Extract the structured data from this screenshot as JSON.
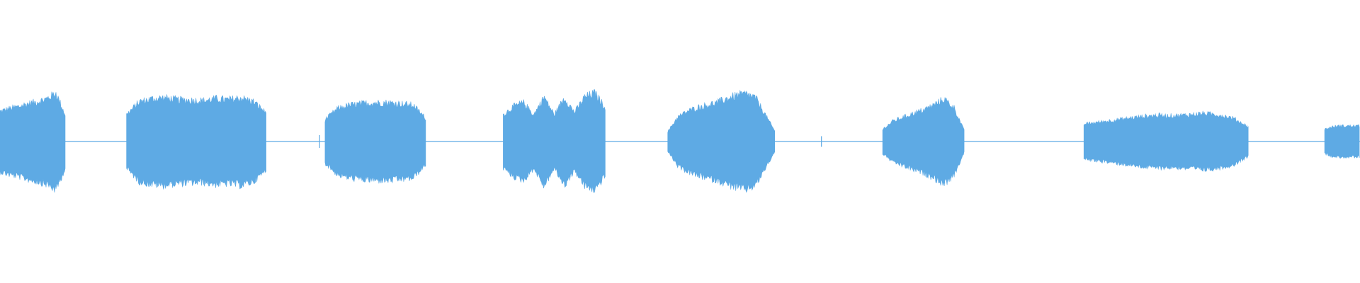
{
  "waveform": {
    "color": "#5eaae4",
    "background": "#ffffff",
    "segments": [
      {
        "start": 0.0,
        "end": 0.048,
        "envelope": [
          0.62,
          0.68,
          0.72,
          0.78,
          0.82,
          0.88,
          1.0,
          0.55
        ]
      },
      {
        "start": 0.093,
        "end": 0.196,
        "envelope": [
          0.55,
          0.82,
          0.88,
          0.9,
          0.86,
          0.85,
          0.84,
          0.88,
          0.86,
          0.9,
          0.82,
          0.58
        ]
      },
      {
        "start": 0.239,
        "end": 0.313,
        "envelope": [
          0.45,
          0.68,
          0.75,
          0.78,
          0.8,
          0.8,
          0.78,
          0.75,
          0.48
        ]
      },
      {
        "start": 0.37,
        "end": 0.445,
        "envelope": [
          0.55,
          0.72,
          0.8,
          0.55,
          0.92,
          0.55,
          0.9,
          0.6,
          0.92,
          1.0,
          0.7
        ]
      },
      {
        "start": 0.491,
        "end": 0.57,
        "envelope": [
          0.2,
          0.5,
          0.62,
          0.7,
          0.75,
          0.8,
          0.88,
          0.95,
          0.98,
          0.9,
          0.55,
          0.2
        ]
      },
      {
        "start": 0.649,
        "end": 0.709,
        "envelope": [
          0.25,
          0.42,
          0.5,
          0.58,
          0.65,
          0.75,
          0.88,
          0.7,
          0.22
        ]
      },
      {
        "start": 0.797,
        "end": 0.918,
        "envelope": [
          0.36,
          0.4,
          0.44,
          0.48,
          0.52,
          0.54,
          0.53,
          0.55,
          0.58,
          0.55,
          0.48,
          0.3
        ]
      },
      {
        "start": 0.974,
        "end": 1.0,
        "envelope": [
          0.25,
          0.3,
          0.32,
          0.32,
          0.32,
          0.32
        ]
      }
    ],
    "blips": [
      {
        "pos": 0.235,
        "amp": 0.12
      },
      {
        "pos": 0.604,
        "amp": 0.1
      }
    ]
  }
}
